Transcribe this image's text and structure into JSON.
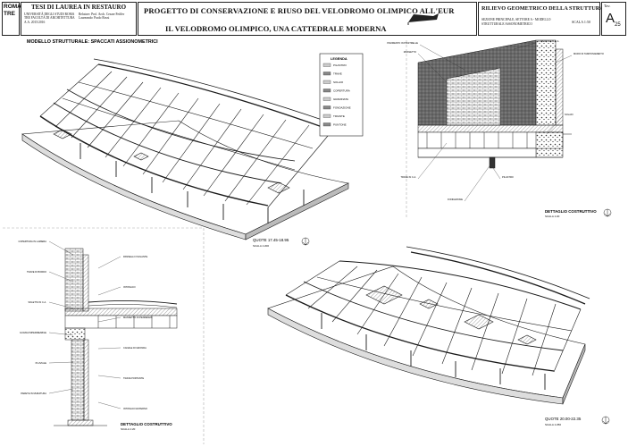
{
  "header": {
    "logo_line1": "ROMA",
    "logo_line2": "TRE",
    "thesis_title": "TESI DI LAUREA IN RESTAURO",
    "thesis_faculty": "UNIVERSITÀ DEGLI STUDI ROMA TRE FACOLTÀ DI ARCHITETTURA A.A. 2015/2016",
    "thesis_people": "Relatore: Prof. Arch. Cesare Feiffer Laureando: Paolo Rossi",
    "title_line1": "PROGETTO DI CONSERVAZIONE E RIUSO DEL VELODROMO OLIMPICO ALL'EUR",
    "title_line2": "IL VELODROMO OLIMPICO, UNA CATTEDRALE MODERNA",
    "rilievo_title": "RILIEVO GEOMETRICO DELLA STRUTTURA",
    "rilievo_sub": "SEZIONE PRINCIPALE, SETTORE A - MODELLO STRUTTURALE ASSONOMETRICO",
    "scale": "SCALA 1:50",
    "tav_label": "Tav.",
    "tav_number": "A",
    "tav_sub": "25"
  },
  "sections": {
    "model_title": "MODELLO STRUTTURALE: SPACCATI ASSIONOMETRICI",
    "detail1_title": "DETTAGLIO COSTRUTTIVO",
    "detail1_scale": "SCALA 1:20",
    "detail2_title": "DETTAGLIO COSTRUTTIVO",
    "detail2_scale": "SCALA 1:20",
    "quote1": "QUOTE 17.45-18.95",
    "quote1_scale": "SCALA 1:200",
    "quote2": "QUOTE 20.00-22.35",
    "quote2_scale": "SCALA 1:250"
  },
  "legend": {
    "title": "LEGENDA",
    "items": [
      "PILASTRO",
      "TRAVE",
      "SOLAIO",
      "COPERTURA",
      "GRADINATA",
      "FONDAZIONE",
      "TIRANTE",
      "PUNTONE"
    ]
  },
  "annotations_top_detail": [
    "PAVIMENTO IN PIASTRELLE",
    "COPERTINA IN C.A.",
    "MURO DI TAMPONAMENTO",
    "MASSETTO",
    "SOLAIO",
    "TRAVE IN C.A.",
    "PILASTRO",
    "FONDAZIONE"
  ],
  "annotations_bottom_detail": [
    "COPERTURA IN LAMIERA",
    "PANNELLO ISOLANTE",
    "TRAVE DI BORDO",
    "INTONACO",
    "SOLETTA IN C.A.",
    "MASSETTO DI PENDENZA",
    "GUAINA IMPERMEABILE",
    "CANALE DI GRONDA",
    "PLUVIALE",
    "TRAVE PORTANTE",
    "PARETE IN MURATURA",
    "INTONACO ESTERNO"
  ],
  "colors": {
    "line": "#1a1a1a",
    "paper": "#ffffff",
    "hatch": "#555555"
  }
}
